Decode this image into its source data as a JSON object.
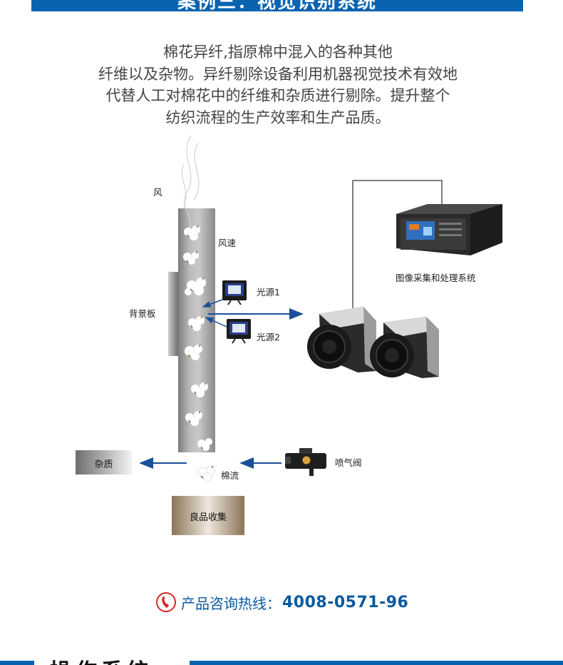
{
  "banner": {
    "title": "案例三：视觉识别系统"
  },
  "intro": {
    "lines": [
      "棉花异纤,指原棉中混入的各种其他",
      "纤维以及杂物。异纤剔除设备利用机器视觉技术有效地",
      "代替人工对棉花中的纤维和杂质进行剔除。提升整个",
      "纺织流程的生产效率和生产品质。"
    ]
  },
  "diagram": {
    "wind": "风",
    "wind_speed": "风速",
    "background_board": "背景板",
    "light_source_1": "光源1",
    "light_source_2": "光源2",
    "processing_system": "图像采集和处理系统",
    "impurity": "杂质",
    "air_valve": "喷气阀",
    "cotton_flow": "棉流",
    "good_collection": "良品收集"
  },
  "hotline": {
    "label": "产品咨询热线：",
    "number": "4008-0571-96",
    "icon": "phone-icon"
  },
  "footer_tab": {
    "title": "操作系统"
  },
  "colors": {
    "brand_blue": "#0a63b0",
    "arrow_blue": "#1a4f9a",
    "hotline_red": "#d42a2a"
  }
}
